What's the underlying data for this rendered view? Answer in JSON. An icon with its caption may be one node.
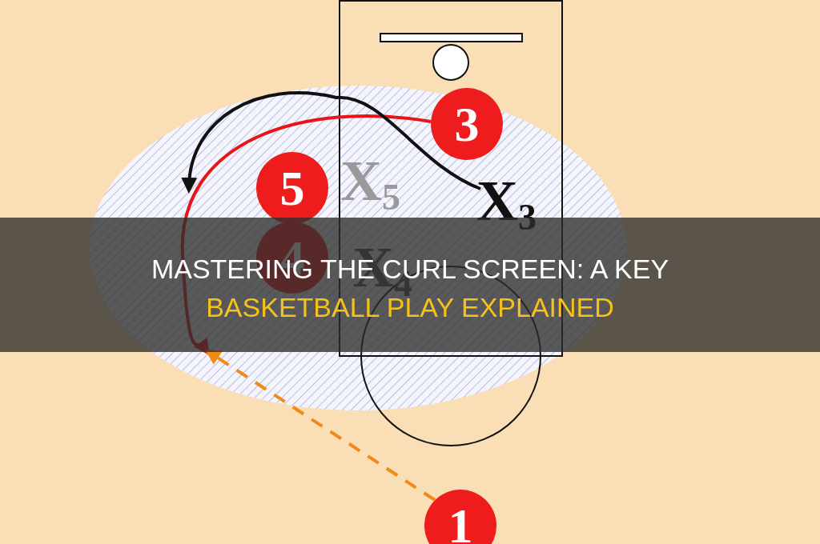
{
  "diagram": {
    "title": "MASTERING THE CURL SCREEN: A KEY BASKETBALL PLAY EXPLAINED",
    "nodes": [
      {
        "text": [
          "3"
        ]
      },
      {
        "text": [
          "5"
        ]
      },
      {
        "text": [
          "X$_{5}$"
        ]
      },
      {
        "text": [
          "X$_{3}$"
        ]
      },
      {
        "text": [
          "4"
        ]
      },
      {
        "text": [
          "X$_{4}$"
        ]
      },
      {
        "text": [
          "1"
        ]
      }
    ],
    "edges": [
      {
        "from": 0,
        "to": null,
        "arrow": "to",
        "color": "#e8141a"
      },
      {
        "from": 3,
        "to": null,
        "arrow": "to",
        "color": "#111111"
      },
      {
        "from": 6,
        "to": null,
        "arrow": "to",
        "style": "dashed",
        "color": "#f28a1a"
      }
    ]
  }
}
